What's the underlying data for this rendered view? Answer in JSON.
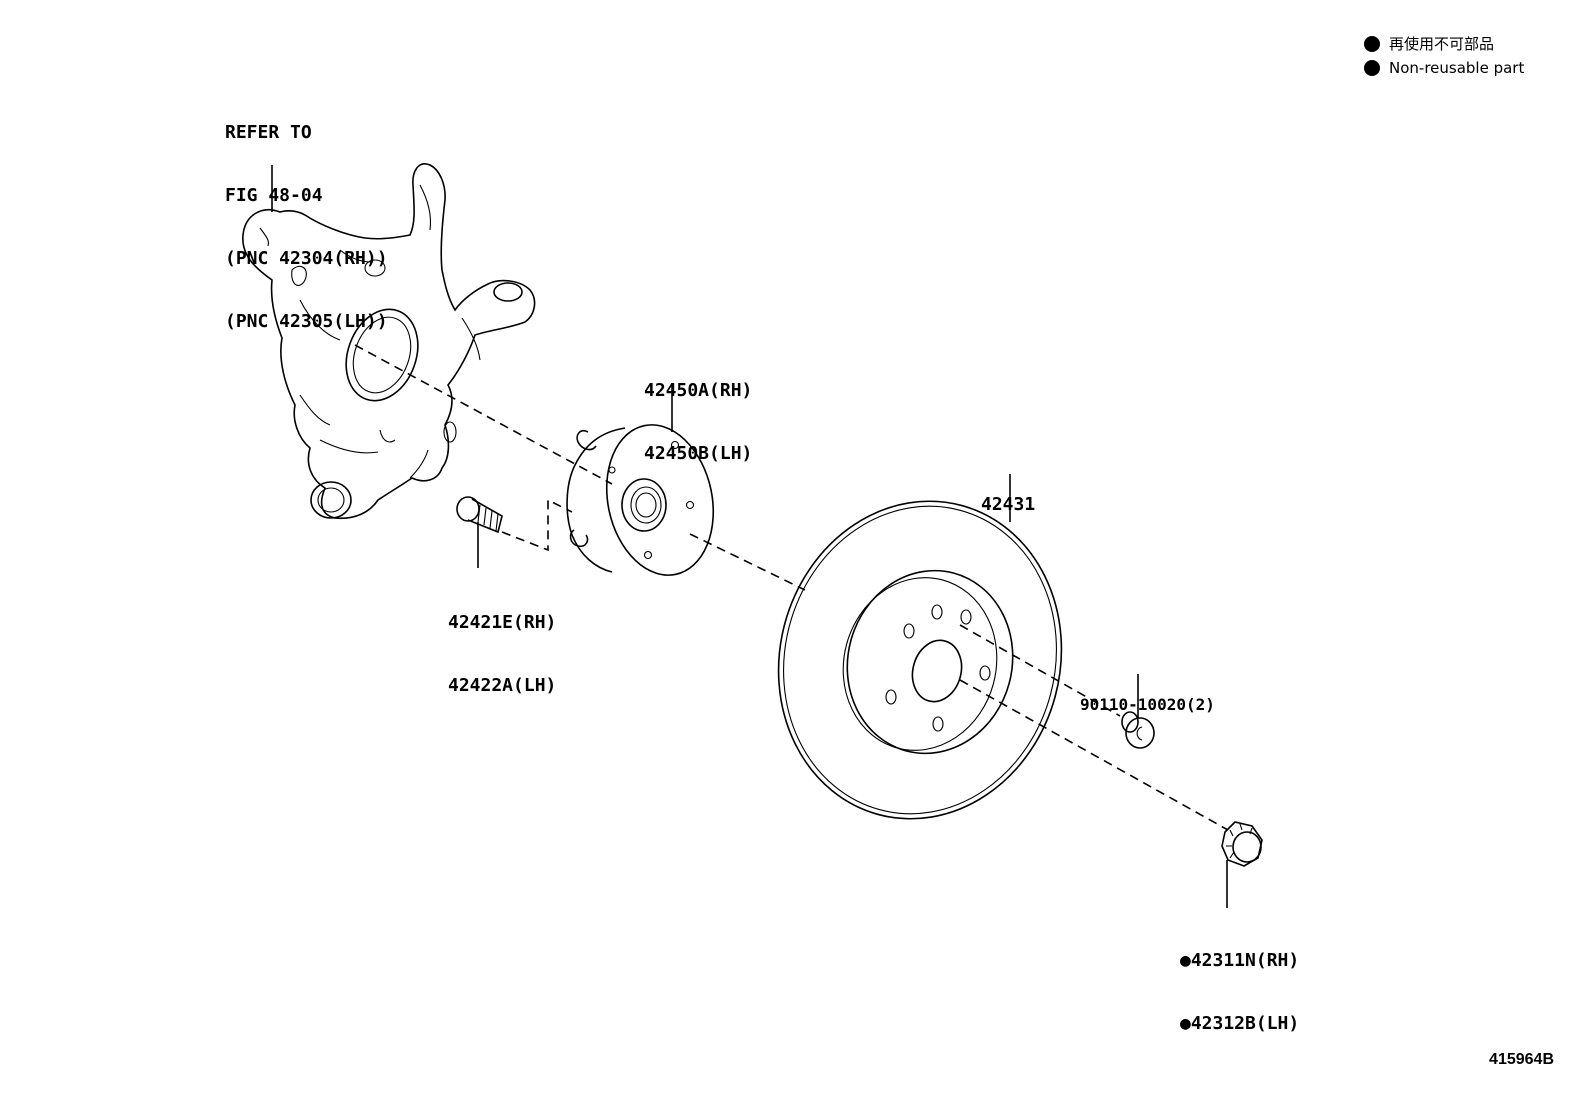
{
  "legend": {
    "items": [
      {
        "text": "再使用不可部品"
      },
      {
        "text": "Non-reusable part"
      }
    ]
  },
  "callouts": {
    "knuckle": [
      "REFER TO",
      "FIG 48-04",
      "(PNC 42304(RH))",
      "(PNC 42305(LH))"
    ],
    "hub": [
      "42450A(RH)",
      "42450B(LH)"
    ],
    "bolt": [
      "42421E(RH)",
      "42422A(LH)"
    ],
    "disc": [
      "42431"
    ],
    "screw": [
      "90110-10020(2)"
    ],
    "nut": [
      "●42311N(RH)",
      "●42312B(LH)"
    ]
  },
  "diagram_number": "415964B"
}
